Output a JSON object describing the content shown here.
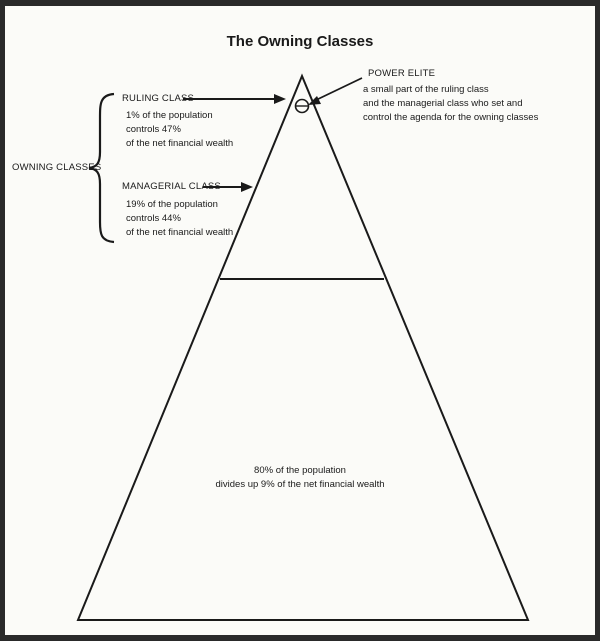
{
  "title": "The Owning Classes",
  "power_elite": {
    "label": "POWER ELITE",
    "lines": [
      "a small part of the ruling class",
      "and the managerial class who set and",
      "control the agenda for the owning classes"
    ]
  },
  "ruling_class": {
    "label": "RULING CLASS",
    "lines": [
      "1% of the population",
      "controls 47%",
      "of the net financial wealth"
    ]
  },
  "managerial_class": {
    "label": "MANAGERIAL CLASS",
    "lines": [
      "19% of the population",
      "controls 44%",
      "of the net financial wealth"
    ]
  },
  "owning_classes": {
    "label": "OWNING CLASSES"
  },
  "majority": {
    "lines": [
      "80% of the population",
      "divides up 9% of the net financial wealth"
    ]
  },
  "colors": {
    "ink": "#1a1a1a",
    "paper": "#fbfbf8",
    "border": "#2a2a2a"
  }
}
